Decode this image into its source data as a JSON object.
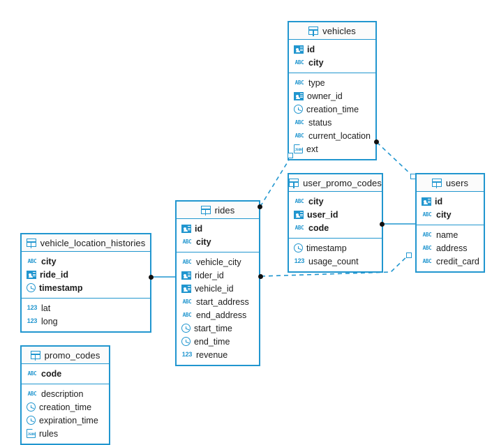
{
  "diagram": {
    "title": "database-er-diagram",
    "accent_color": "#2196cf",
    "header_bg": "#fbfbfb",
    "endpoint_dot_color": "#111111",
    "background": "#ffffff"
  },
  "tables": [
    {
      "id": "vehicles",
      "name": "vehicles",
      "keys": [
        {
          "name": "id",
          "type_icon": "key-icon"
        },
        {
          "name": "city",
          "type_icon": "abc-icon"
        }
      ],
      "columns": [
        {
          "name": "type",
          "type_icon": "abc-icon"
        },
        {
          "name": "owner_id",
          "type_icon": "key-icon"
        },
        {
          "name": "creation_time",
          "type_icon": "clock-icon"
        },
        {
          "name": "status",
          "type_icon": "abc-icon"
        },
        {
          "name": "current_location",
          "type_icon": "abc-icon"
        },
        {
          "name": "ext",
          "type_icon": "json-icon"
        }
      ]
    },
    {
      "id": "user_promo_codes",
      "name": "user_promo_codes",
      "keys": [
        {
          "name": "city",
          "type_icon": "abc-icon"
        },
        {
          "name": "user_id",
          "type_icon": "key-icon"
        },
        {
          "name": "code",
          "type_icon": "abc-icon"
        }
      ],
      "columns": [
        {
          "name": "timestamp",
          "type_icon": "clock-icon"
        },
        {
          "name": "usage_count",
          "type_icon": "number-icon"
        }
      ]
    },
    {
      "id": "users",
      "name": "users",
      "keys": [
        {
          "name": "id",
          "type_icon": "key-icon"
        },
        {
          "name": "city",
          "type_icon": "abc-icon"
        }
      ],
      "columns": [
        {
          "name": "name",
          "type_icon": "abc-icon"
        },
        {
          "name": "address",
          "type_icon": "abc-icon"
        },
        {
          "name": "credit_card",
          "type_icon": "abc-icon"
        }
      ]
    },
    {
      "id": "rides",
      "name": "rides",
      "keys": [
        {
          "name": "id",
          "type_icon": "key-icon"
        },
        {
          "name": "city",
          "type_icon": "abc-icon"
        }
      ],
      "columns": [
        {
          "name": "vehicle_city",
          "type_icon": "abc-icon"
        },
        {
          "name": "rider_id",
          "type_icon": "key-icon"
        },
        {
          "name": "vehicle_id",
          "type_icon": "key-icon"
        },
        {
          "name": "start_address",
          "type_icon": "abc-icon"
        },
        {
          "name": "end_address",
          "type_icon": "abc-icon"
        },
        {
          "name": "start_time",
          "type_icon": "clock-icon"
        },
        {
          "name": "end_time",
          "type_icon": "clock-icon"
        },
        {
          "name": "revenue",
          "type_icon": "number-icon"
        }
      ]
    },
    {
      "id": "vehicle_location_histories",
      "name": "vehicle_location_histories",
      "keys": [
        {
          "name": "city",
          "type_icon": "abc-icon"
        },
        {
          "name": "ride_id",
          "type_icon": "key-icon"
        },
        {
          "name": "timestamp",
          "type_icon": "clock-icon"
        }
      ],
      "columns": [
        {
          "name": "lat",
          "type_icon": "number-icon"
        },
        {
          "name": "long",
          "type_icon": "number-icon"
        }
      ]
    },
    {
      "id": "promo_codes",
      "name": "promo_codes",
      "keys": [
        {
          "name": "code",
          "type_icon": "abc-icon"
        }
      ],
      "columns": [
        {
          "name": "description",
          "type_icon": "abc-icon"
        },
        {
          "name": "creation_time",
          "type_icon": "clock-icon"
        },
        {
          "name": "expiration_time",
          "type_icon": "clock-icon"
        },
        {
          "name": "rules",
          "type_icon": "json-icon"
        }
      ]
    }
  ],
  "relationships": [
    {
      "id": "vehicles-users",
      "from": "vehicles",
      "to": "users",
      "style": "dashed"
    },
    {
      "id": "rides-vehicles",
      "from": "rides",
      "to": "vehicles",
      "style": "dashed"
    },
    {
      "id": "rides-users",
      "from": "rides",
      "to": "users",
      "style": "dashed"
    },
    {
      "id": "user_promo_codes-users",
      "from": "user_promo_codes",
      "to": "users",
      "style": "solid"
    },
    {
      "id": "vehicle_location_histories-rides",
      "from": "vehicle_location_histories",
      "to": "rides",
      "style": "solid"
    }
  ]
}
